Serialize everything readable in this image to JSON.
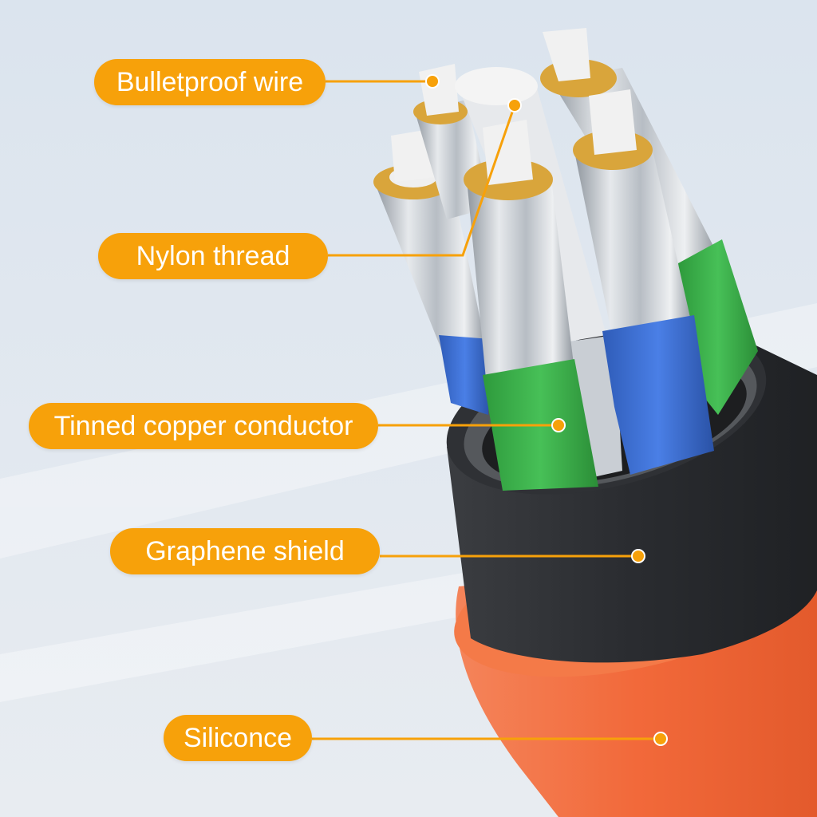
{
  "colors": {
    "background_top": "#dde6ef",
    "background_bottom": "#e7ecf2",
    "label_fill": "#f7a10a",
    "leader_line": "#f7a10a",
    "outer_jacket": "#f26a35",
    "shield": "#2c2e31",
    "green_insulation": "#39ae48",
    "blue_insulation": "#3c6fd6",
    "tinned_copper": "#cfd4da",
    "copper_ring": "#d9a53b",
    "nylon_thread": "#efefef"
  },
  "callouts": [
    {
      "label": "Bulletproof wire"
    },
    {
      "label": "Nylon thread"
    },
    {
      "label": "Tinned copper conductor"
    },
    {
      "label": "Graphene shield"
    },
    {
      "label": "Siliconce"
    }
  ]
}
